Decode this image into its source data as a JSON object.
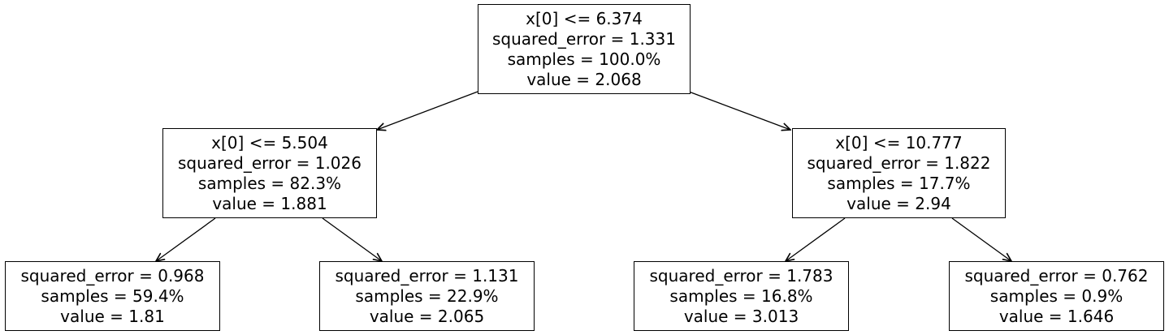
{
  "tree": {
    "root": {
      "condition": "x[0] <= 6.374",
      "squared_error": "squared_error = 1.331",
      "samples": "samples = 100.0%",
      "value": "value = 2.068"
    },
    "left": {
      "condition": "x[0] <= 5.504",
      "squared_error": "squared_error = 1.026",
      "samples": "samples = 82.3%",
      "value": "value = 1.881"
    },
    "right": {
      "condition": "x[0] <= 10.777",
      "squared_error": "squared_error = 1.822",
      "samples": "samples = 17.7%",
      "value": "value = 2.94"
    },
    "left_left": {
      "squared_error": "squared_error = 0.968",
      "samples": "samples = 59.4%",
      "value": "value = 1.81"
    },
    "left_right": {
      "squared_error": "squared_error = 1.131",
      "samples": "samples = 22.9%",
      "value": "value = 2.065"
    },
    "right_left": {
      "squared_error": "squared_error = 1.783",
      "samples": "samples = 16.8%",
      "value": "value = 3.013"
    },
    "right_right": {
      "squared_error": "squared_error = 0.762",
      "samples": "samples = 0.9%",
      "value": "value = 1.646"
    }
  }
}
